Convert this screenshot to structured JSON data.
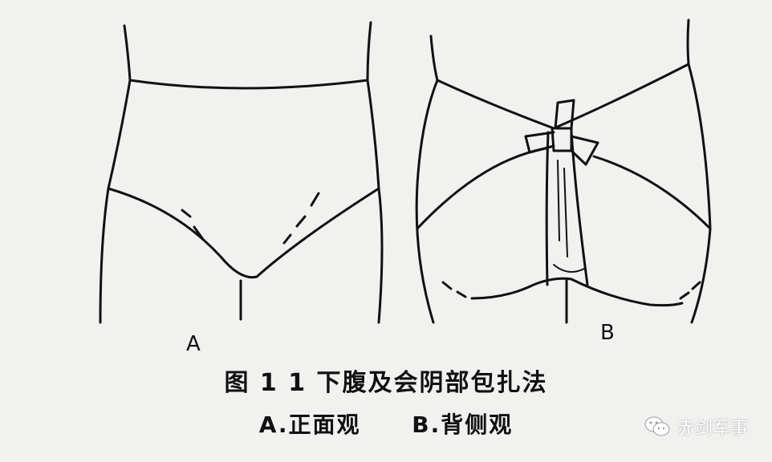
{
  "figure": {
    "label_a": "A",
    "label_b": "B",
    "caption_title": "图 1 1   下腹及会阴部包扎法",
    "caption_view_a": "A.正面观",
    "caption_view_b": "B.背侧观"
  },
  "watermark": {
    "text": "赤剑军事",
    "icon": "wechat-icon"
  },
  "colors": {
    "background": "#f1f1ef",
    "ink": "#111111",
    "watermark": "#ffffff"
  }
}
